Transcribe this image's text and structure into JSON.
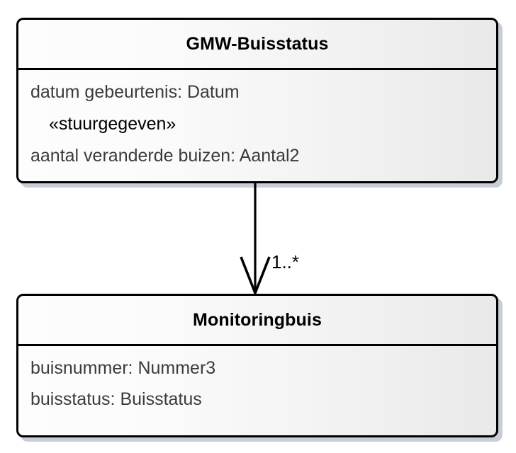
{
  "diagram": {
    "type": "uml-class-diagram",
    "background_color": "#ffffff",
    "border_color": "#000000",
    "text_color": "#3b3b3b",
    "shadow_color": "#bec4d0",
    "classes": [
      {
        "id": "gmw-buisstatus",
        "name": "GMW-Buisstatus",
        "attributes": [
          {
            "text": "datum gebeurtenis: Datum",
            "stereotype": false
          },
          {
            "text": "«stuurgegeven»",
            "stereotype": true
          },
          {
            "text": "aantal veranderde buizen: Aantal2",
            "stereotype": false
          }
        ]
      },
      {
        "id": "monitoringbuis",
        "name": "Monitoringbuis",
        "attributes": [
          {
            "text": "buisnummer: Nummer3",
            "stereotype": false
          },
          {
            "text": "buisstatus: Buisstatus",
            "stereotype": false
          }
        ]
      }
    ],
    "association": {
      "source": "GMW-Buisstatus",
      "target": "Monitoringbuis",
      "arrowhead": "open-arrow",
      "multiplicity": "1..*"
    }
  }
}
